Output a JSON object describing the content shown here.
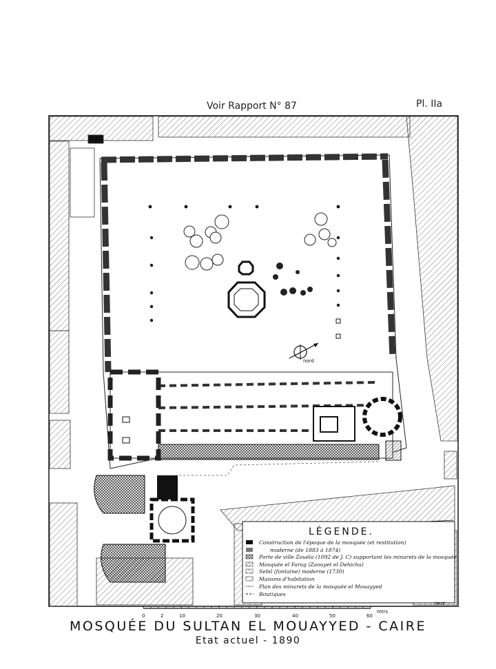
{
  "header": {
    "report_ref": "Voir Rapport N° 87",
    "plate": "Pl. IIa"
  },
  "map": {
    "north_label": "nord",
    "signature": "Herz"
  },
  "legend": {
    "title": "LÉGENDE.",
    "items": [
      {
        "text": "Construction de l'époque de la mosquée (et restitution)",
        "swatch": "solid-black"
      },
      {
        "text": "moderne (de 1883 à 1874)",
        "swatch": "solid-gray"
      },
      {
        "text": "Porte de ville Zouéla (1092 de J. C) supportant les minarets de la mosquée",
        "swatch": "crosshatch"
      },
      {
        "text": "Mosquée el Farag (Zaouyet el Dehicha)",
        "swatch": "hatch-dense"
      },
      {
        "text": "Sebil (fontaine) moderne (1730)",
        "swatch": "hatch-medium"
      },
      {
        "text": "Maisons d'habitation",
        "swatch": "hatch-light"
      },
      {
        "text": "Plan des minarets de la mosquée el Mouayyed",
        "swatch": "dotted-line"
      },
      {
        "text": "Boutiques",
        "swatch": "dashed-line"
      }
    ]
  },
  "scale_bar": {
    "ticks": [
      "0",
      "2",
      "10",
      "20",
      "30",
      "40",
      "50",
      "60"
    ],
    "unit": "mtrs"
  },
  "footer": {
    "title": "MOSQUÉE DU SULTAN EL MOUAYYED - CAIRE",
    "subtitle": "Etat actuel - 1890"
  }
}
